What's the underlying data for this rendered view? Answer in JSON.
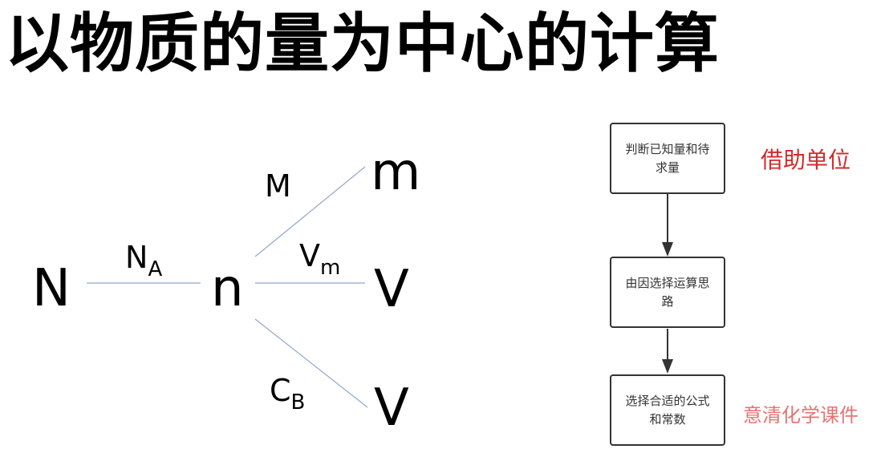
{
  "title": "以物质的量为中心的计算",
  "relation_diagram": {
    "center": "n",
    "left_node": "N",
    "left_edge_label": {
      "base": "N",
      "sub": "A"
    },
    "right_nodes": [
      {
        "node": "m",
        "edge": {
          "base": "M",
          "sub": ""
        }
      },
      {
        "node": "V",
        "edge": {
          "base": "V",
          "sub": "m"
        }
      },
      {
        "node": "V",
        "edge": {
          "base": "C",
          "sub": "B"
        }
      }
    ]
  },
  "flowchart": {
    "steps": [
      {
        "text": "判断已知量和待求量"
      },
      {
        "text": "由因选择运算思路"
      },
      {
        "text": "选择合适的公式和常数"
      }
    ],
    "note": "借助单位"
  },
  "watermark": "意清化学课件",
  "colors": {
    "connector": "#8fa8cc",
    "note": "#d22b2b",
    "box_border": "#333333"
  }
}
